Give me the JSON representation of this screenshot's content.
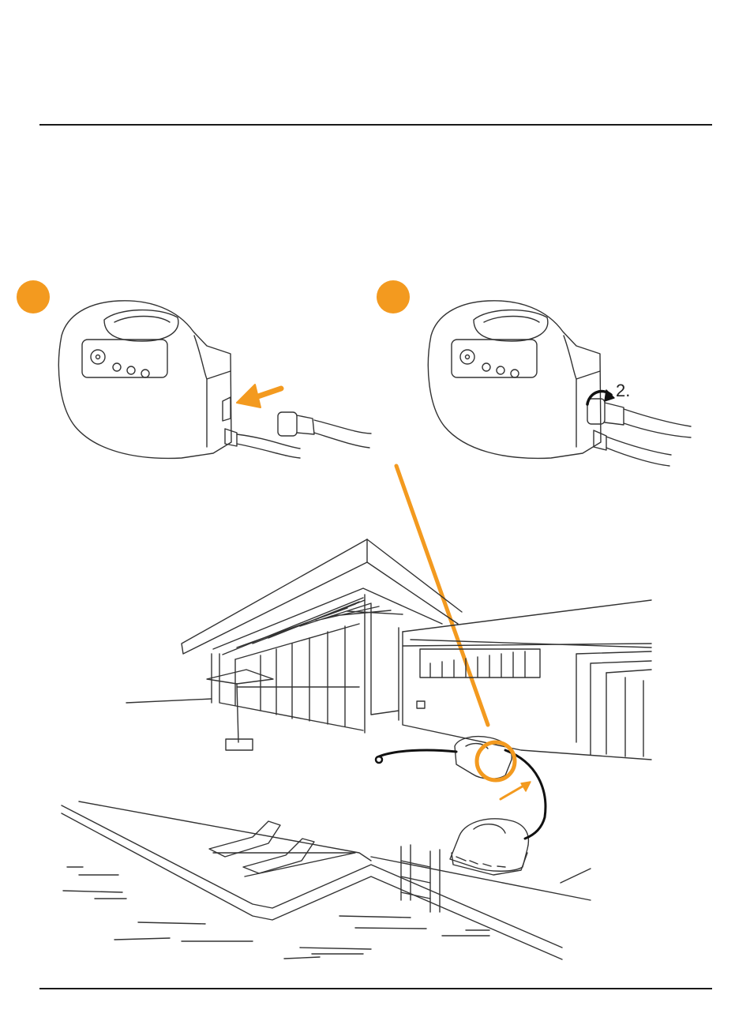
{
  "page": {
    "accent_color": "#f39a1f",
    "line_color": "#1a1a1a"
  },
  "steps": [
    {
      "marker": "orange-circle",
      "icon": "plug-connect-arrow"
    },
    {
      "marker": "orange-circle",
      "icon": "rotate-lock-arrow",
      "label": "2."
    }
  ],
  "scene": {
    "description_icon": "pool-house-installation",
    "highlight": "cable-connection-circle"
  }
}
